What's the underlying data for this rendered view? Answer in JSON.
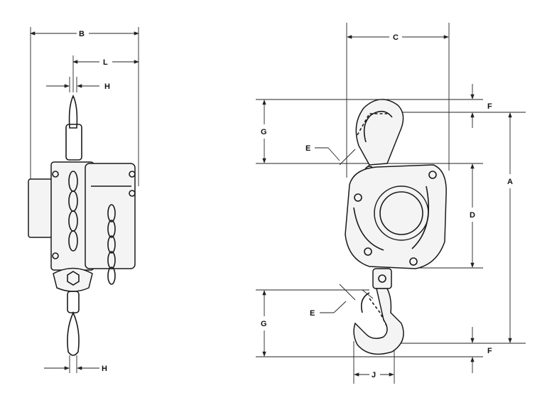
{
  "labels": {
    "side_b": "B",
    "side_l": "L",
    "side_h_top": "H",
    "side_h_bottom": "H",
    "front_c": "C",
    "front_f_top": "F",
    "front_g_top": "G",
    "front_e_top": "E",
    "front_a": "A",
    "front_d": "D",
    "front_e_bottom": "E",
    "front_g_bottom": "G",
    "front_f_bottom": "F",
    "front_j": "J"
  }
}
